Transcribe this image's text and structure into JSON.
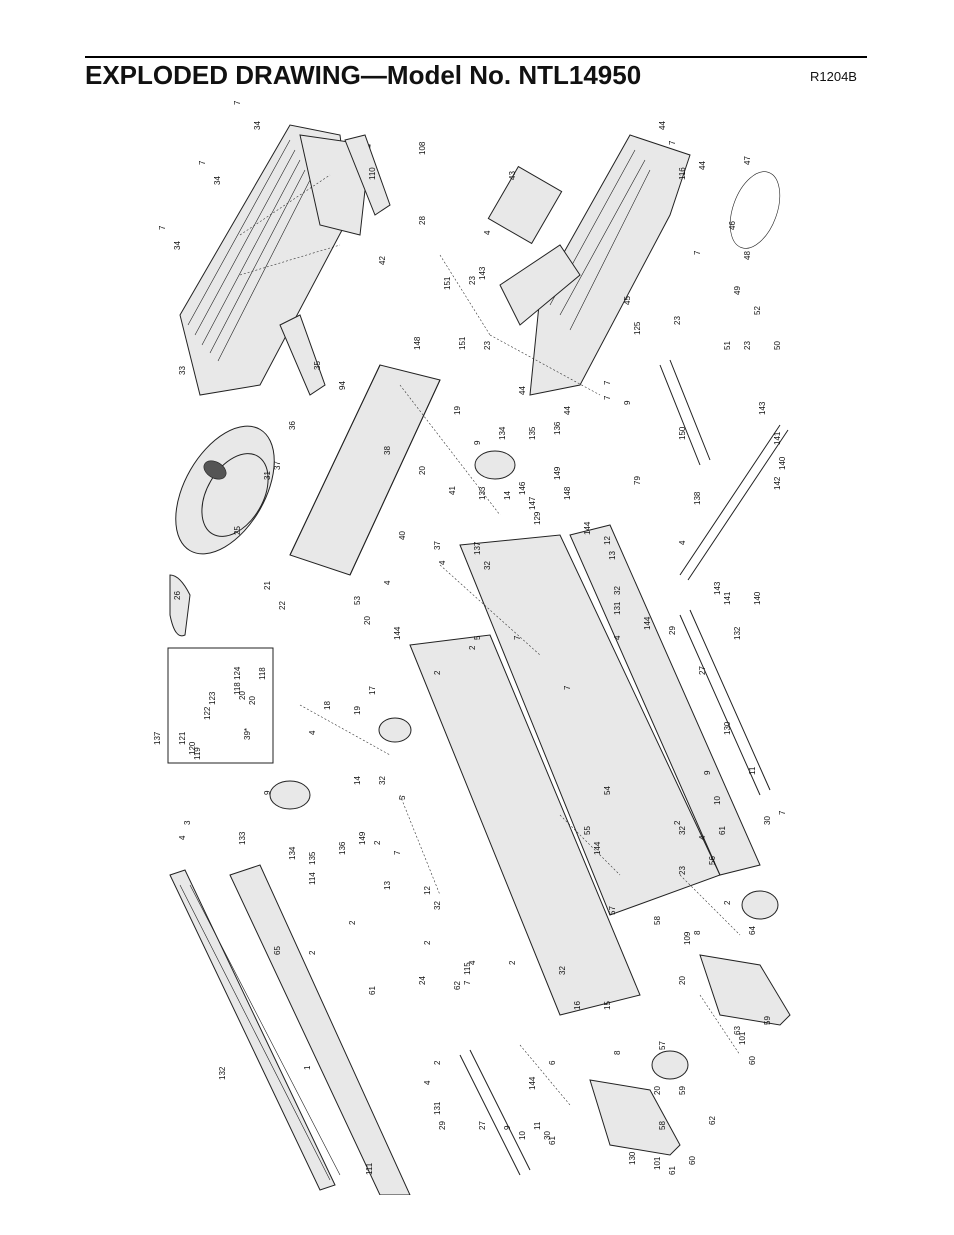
{
  "header": {
    "title": "EXPLODED DRAWING—Model No. NTL14950",
    "code": "R1204B"
  },
  "part_labels": [
    "7",
    "34",
    "7",
    "34",
    "7",
    "34",
    "110",
    "33",
    "35",
    "108",
    "28",
    "42",
    "43",
    "4",
    "44",
    "7",
    "116",
    "44",
    "47",
    "7",
    "46",
    "48",
    "49",
    "45",
    "23",
    "52",
    "151",
    "23",
    "143",
    "148",
    "151",
    "23",
    "125",
    "51",
    "23",
    "50",
    "7",
    "44",
    "7",
    "44",
    "9",
    "94",
    "19",
    "38",
    "36",
    "37",
    "31",
    "20",
    "41",
    "40",
    "9",
    "134",
    "135",
    "136",
    "149",
    "150",
    "143",
    "141",
    "140",
    "142",
    "138",
    "25",
    "26",
    "4",
    "53",
    "21",
    "22",
    "20",
    "133",
    "14",
    "146",
    "147",
    "129",
    "148",
    "144",
    "12",
    "13",
    "79",
    "32",
    "137",
    "37",
    "4",
    "5",
    "7",
    "32",
    "131",
    "4",
    "143",
    "141",
    "140",
    "4",
    "144",
    "29",
    "144",
    "2",
    "2",
    "7",
    "132",
    "27",
    "124",
    "118",
    "20",
    "118",
    "20",
    "123",
    "122",
    "121",
    "120",
    "119",
    "39*",
    "137",
    "18",
    "17",
    "19",
    "4",
    "14",
    "32",
    "5",
    "9",
    "3",
    "4",
    "133",
    "134",
    "135",
    "136",
    "149",
    "2",
    "7",
    "13",
    "12",
    "32",
    "2",
    "115",
    "55",
    "54",
    "2",
    "32",
    "4",
    "61",
    "130",
    "9",
    "10",
    "11",
    "30",
    "7",
    "144",
    "23",
    "56",
    "2",
    "109",
    "57",
    "58",
    "8",
    "64",
    "20",
    "59",
    "63",
    "101",
    "60",
    "61",
    "62",
    "24",
    "7",
    "2",
    "32",
    "16",
    "15",
    "144",
    "6",
    "8",
    "57",
    "20",
    "59",
    "58",
    "65",
    "2",
    "2",
    "114",
    "1",
    "132",
    "4",
    "2",
    "4",
    "131",
    "29",
    "27",
    "9",
    "10",
    "11",
    "30",
    "61",
    "130",
    "101",
    "61",
    "60",
    "62",
    "111"
  ]
}
